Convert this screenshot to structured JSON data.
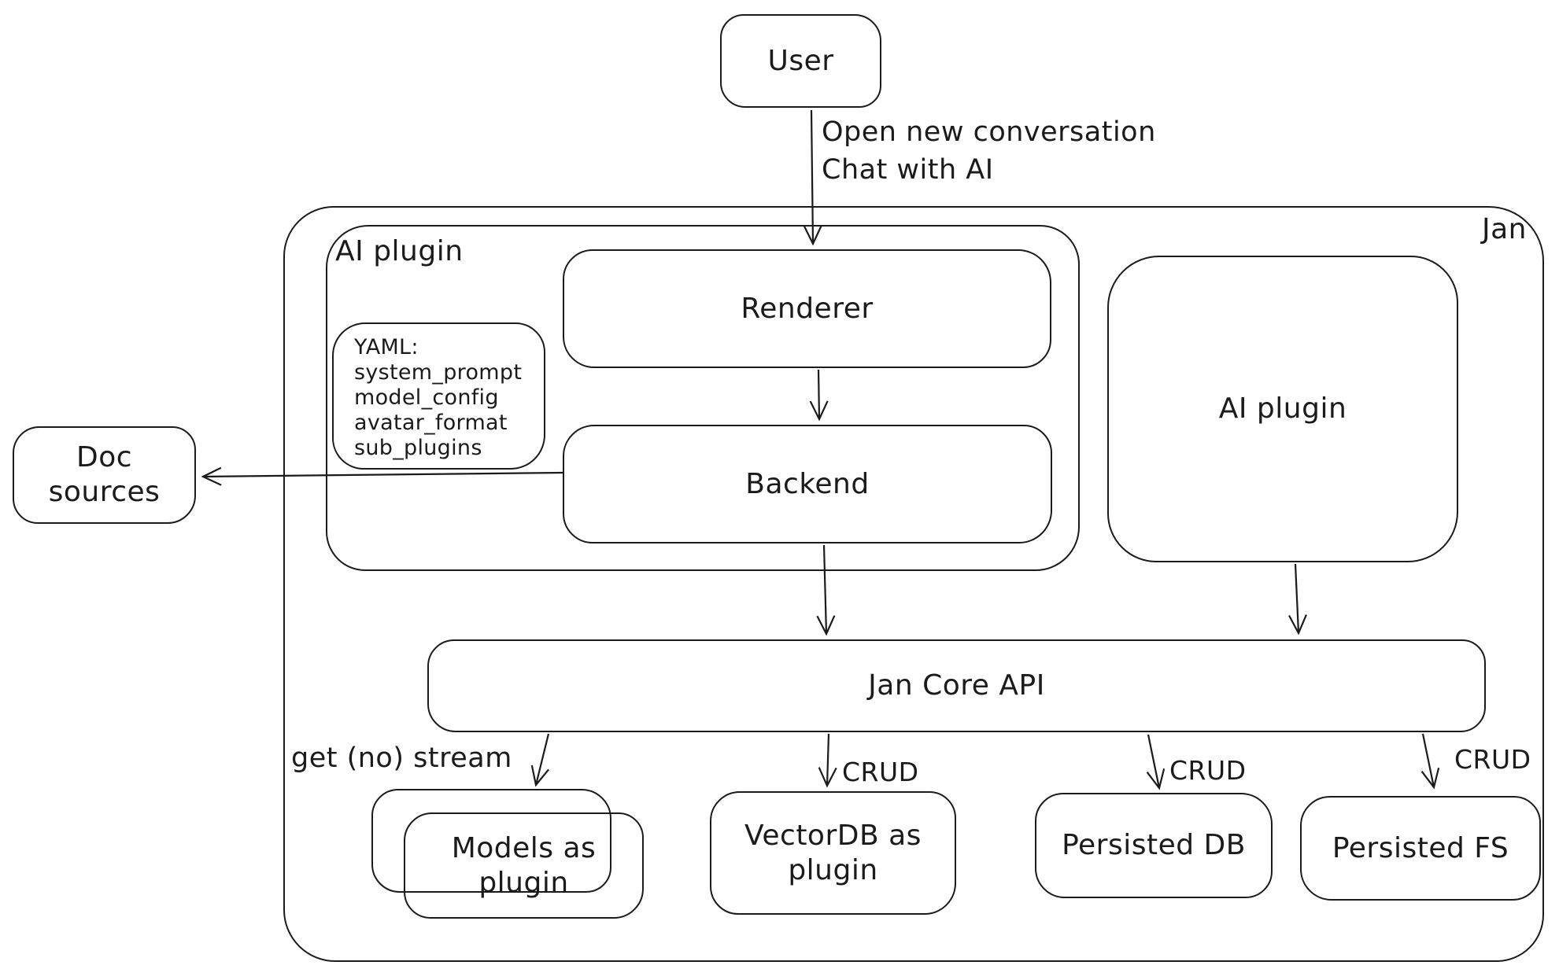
{
  "diagram": {
    "background": "#ffffff",
    "stroke_color": "#1b1b1b",
    "nodes": {
      "user": {
        "label": "User"
      },
      "jan_container": {
        "label": "Jan"
      },
      "ai_plugin_left": {
        "label": "AI plugin"
      },
      "renderer": {
        "label": "Renderer"
      },
      "backend": {
        "label": "Backend"
      },
      "yaml_note": {
        "lines": [
          "YAML:",
          "system_prompt",
          "model_config",
          "avatar_format",
          "sub_plugins"
        ]
      },
      "ai_plugin_right": {
        "label": "AI plugin"
      },
      "doc_sources": {
        "label": "Doc sources"
      },
      "jan_core_api": {
        "label": "Jan Core API"
      },
      "models_as_plugin": {
        "label": "Models as plugin"
      },
      "vectordb_as_plugin": {
        "label": "VectorDB as plugin"
      },
      "persisted_db": {
        "label": "Persisted DB"
      },
      "persisted_fs": {
        "label": "Persisted FS"
      }
    },
    "edge_labels": {
      "user_to_renderer_line1": "Open new conversation",
      "user_to_renderer_line2": "Chat with AI",
      "get_no_stream": "get (no) stream",
      "crud_vectordb": "CRUD",
      "crud_persisted_db": "CRUD",
      "crud_persisted_fs": "CRUD"
    }
  }
}
